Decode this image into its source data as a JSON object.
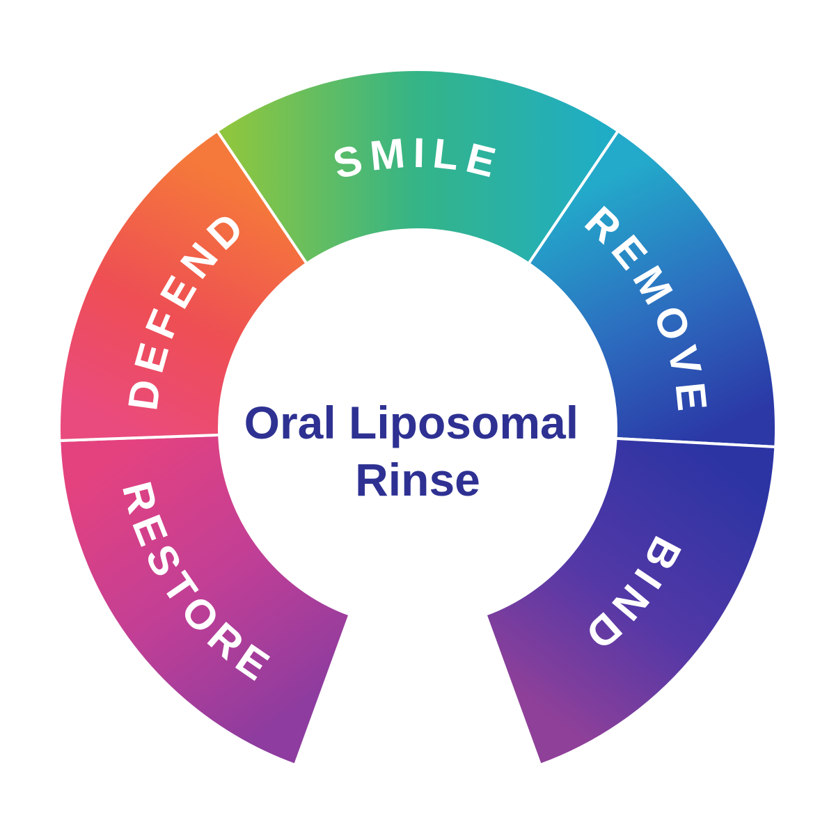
{
  "diagram": {
    "title_line1": "Oral Liposomal",
    "title_line2": "Rinse",
    "title_color": "#2E3192",
    "label_color": "#FFFFFF",
    "segments": [
      {
        "label": "SMILE",
        "stops": {
          "start": "#8EC63F",
          "mid": "#34B487",
          "end": "#1FADC6"
        }
      },
      {
        "label": "REMOVE",
        "stops": {
          "start": "#23A9CA",
          "mid": "#2C6FC0",
          "end": "#2B38A6"
        }
      },
      {
        "label": "BIND",
        "stops": {
          "start": "#2C34A4",
          "mid": "#5338A6",
          "end": "#8F4099"
        }
      },
      {
        "label": "RESTORE",
        "stops": {
          "start": "#8E3C9F",
          "mid": "#C23F95",
          "end": "#E4427F"
        }
      },
      {
        "label": "DEFEND",
        "stops": {
          "start": "#E94B7E",
          "mid": "#EE4E54",
          "end": "#F5793A"
        }
      }
    ]
  }
}
